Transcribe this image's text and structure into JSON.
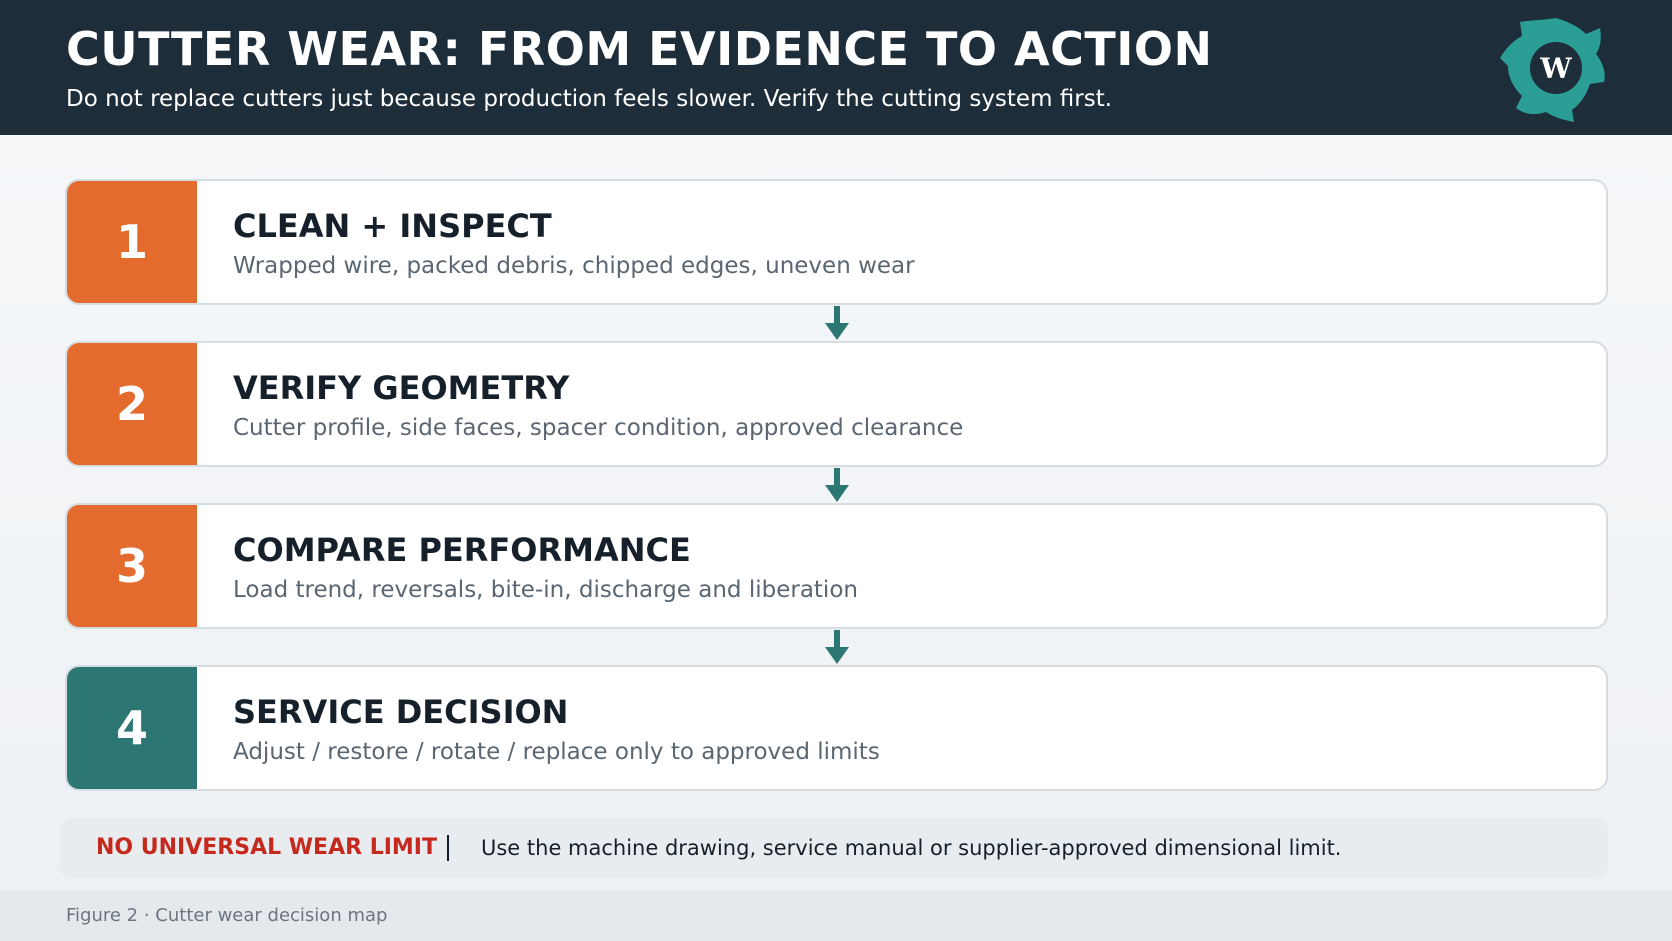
{
  "header": {
    "title": "CUTTER WEAR: FROM EVIDENCE TO ACTION",
    "subtitle": "Do not replace cutters just because production feels slower. Verify the cutting system first.",
    "logo_icon": "gear-logo-icon",
    "background_color": "#1e2d3a"
  },
  "steps": [
    {
      "number": "1",
      "title": "CLEAN + INSPECT",
      "description": "Wrapped wire, packed debris, chipped edges, uneven wear",
      "color": "#e46b2e"
    },
    {
      "number": "2",
      "title": "VERIFY GEOMETRY",
      "description": "Cutter profile, side faces, spacer condition, approved clearance",
      "color": "#e46b2e"
    },
    {
      "number": "3",
      "title": "COMPARE PERFORMANCE",
      "description": "Load trend, reversals, bite-in, discharge and liberation",
      "color": "#e46b2e"
    },
    {
      "number": "4",
      "title": "SERVICE DECISION",
      "description": "Adjust / restore / rotate / replace only to approved limits",
      "color": "#2c7674"
    }
  ],
  "arrows": {
    "icon": "arrow-down-icon",
    "color": "#2c7674"
  },
  "note": {
    "label": "NO UNIVERSAL WEAR LIMIT",
    "text": "Use the machine drawing, service manual or supplier-approved dimensional limit.",
    "label_color": "#c5281c"
  },
  "footer": {
    "caption": "Figure 2 · Cutter wear decision map"
  }
}
